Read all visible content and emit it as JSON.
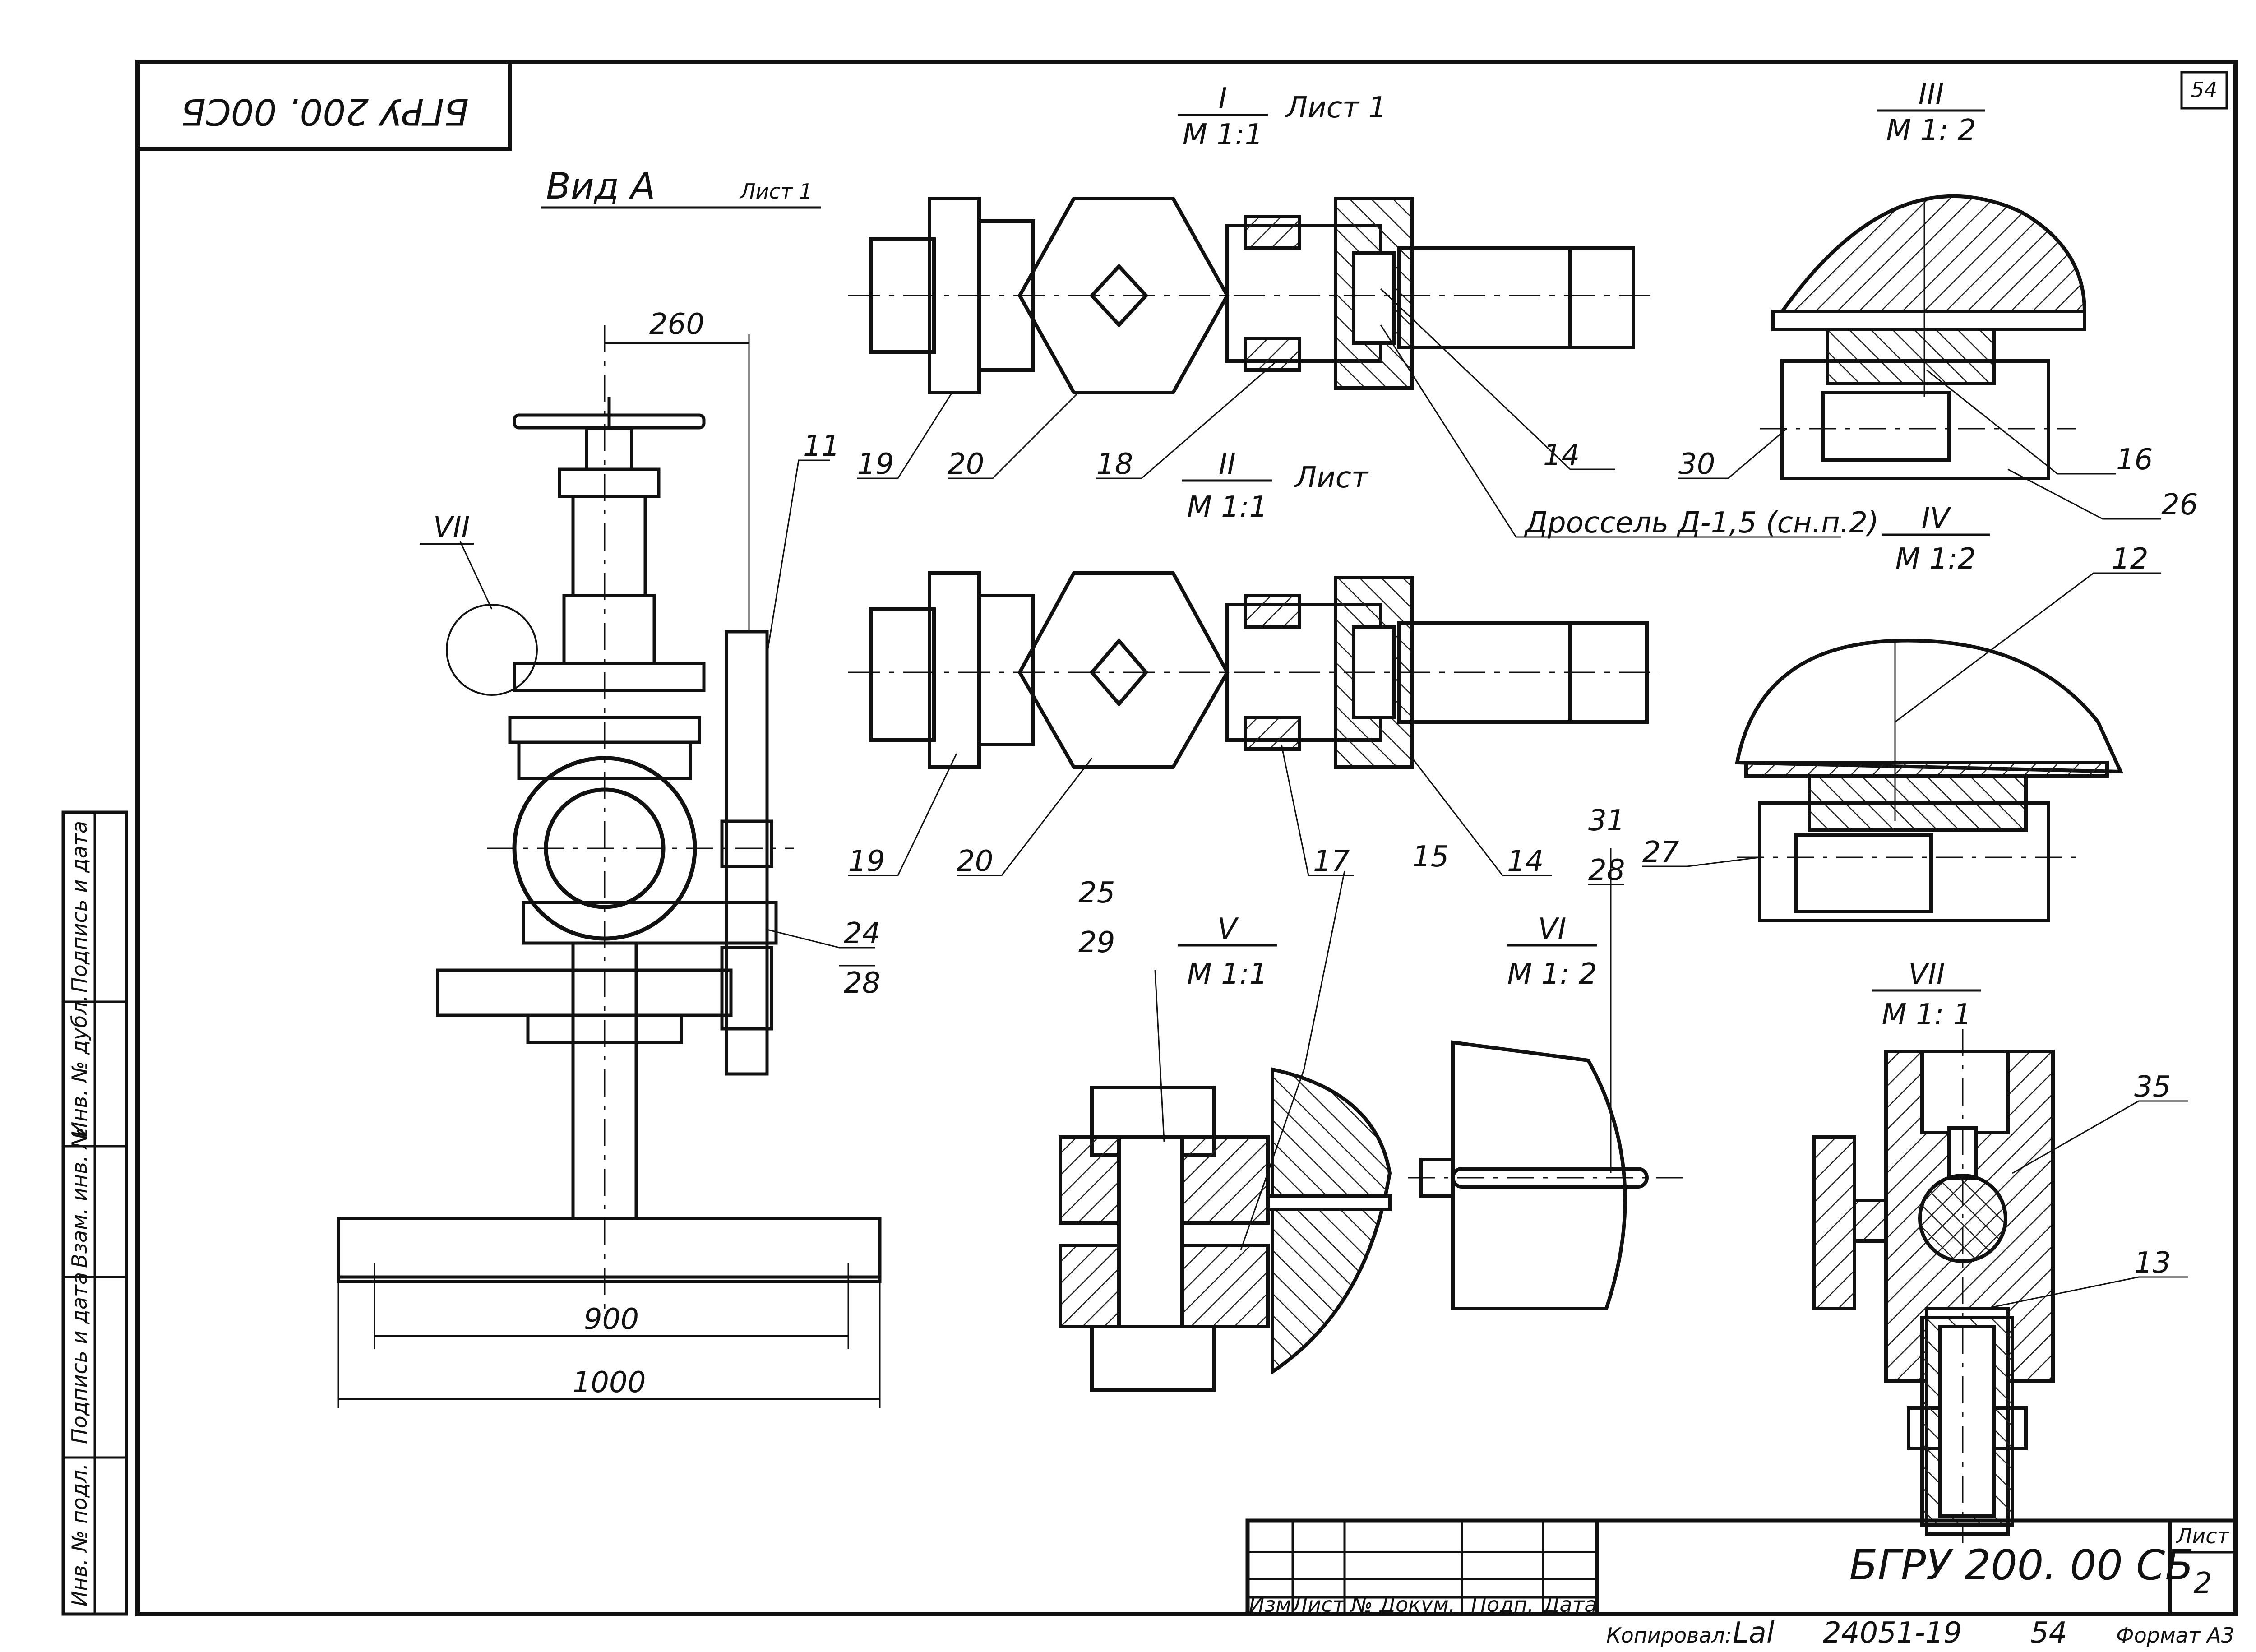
{
  "drawing_code_top": "БГРУ 200. 00СБ",
  "sheet_number_top": "54",
  "view_a": {
    "title": "Вид А",
    "sheet": "Лист 1"
  },
  "dims": {
    "d260": "260",
    "d900": "900",
    "d1000": "1000"
  },
  "sections": {
    "I": {
      "numeral": "I",
      "scale": "М 1:1",
      "sheet": "Лист 1"
    },
    "II": {
      "numeral": "II",
      "scale": "М 1:1",
      "sheet": "Лист"
    },
    "III": {
      "numeral": "III",
      "scale": "М 1: 2"
    },
    "IV": {
      "numeral": "IV",
      "scale": "М 1:2"
    },
    "V": {
      "numeral": "V",
      "scale": "М 1:1"
    },
    "VI": {
      "numeral": "VI",
      "scale": "М 1: 2"
    },
    "VII": {
      "numeral": "VII",
      "scale": "М 1: 1"
    }
  },
  "callout_vii": "VII",
  "drossel_note": "Дроссель Д-1,5 (сн.п.2)",
  "positions": {
    "p11": "11",
    "p12": "12",
    "p13": "13",
    "p14a": "14",
    "p14b": "14",
    "p15": "15",
    "p16": "16",
    "p17": "17",
    "p18": "18",
    "p19a": "19",
    "p19b": "19",
    "p20a": "20",
    "p20b": "20",
    "p24": "24",
    "p25": "25",
    "p26": "26",
    "p27": "27",
    "p28a": "28",
    "p28b": "28",
    "p29": "29",
    "p30": "30",
    "p31": "31",
    "p35": "35"
  },
  "left_strip": [
    "Инв. № подл.",
    "Подпись и дата",
    "Взам. инв. №",
    "Инв. № дубл.",
    "Подпись и дата"
  ],
  "title_block": {
    "headers": [
      "Изм",
      "Лист",
      "№ Докум.",
      "Подп.",
      "Дата"
    ],
    "designation": "БГРУ 200. 00 СБ",
    "sheet_label": "Лист",
    "sheet_value": "2"
  },
  "footer": {
    "copied": "Копировал:",
    "copied_sign": "Lal",
    "number": "24051-19",
    "page": "54",
    "format": "Формат А3"
  }
}
